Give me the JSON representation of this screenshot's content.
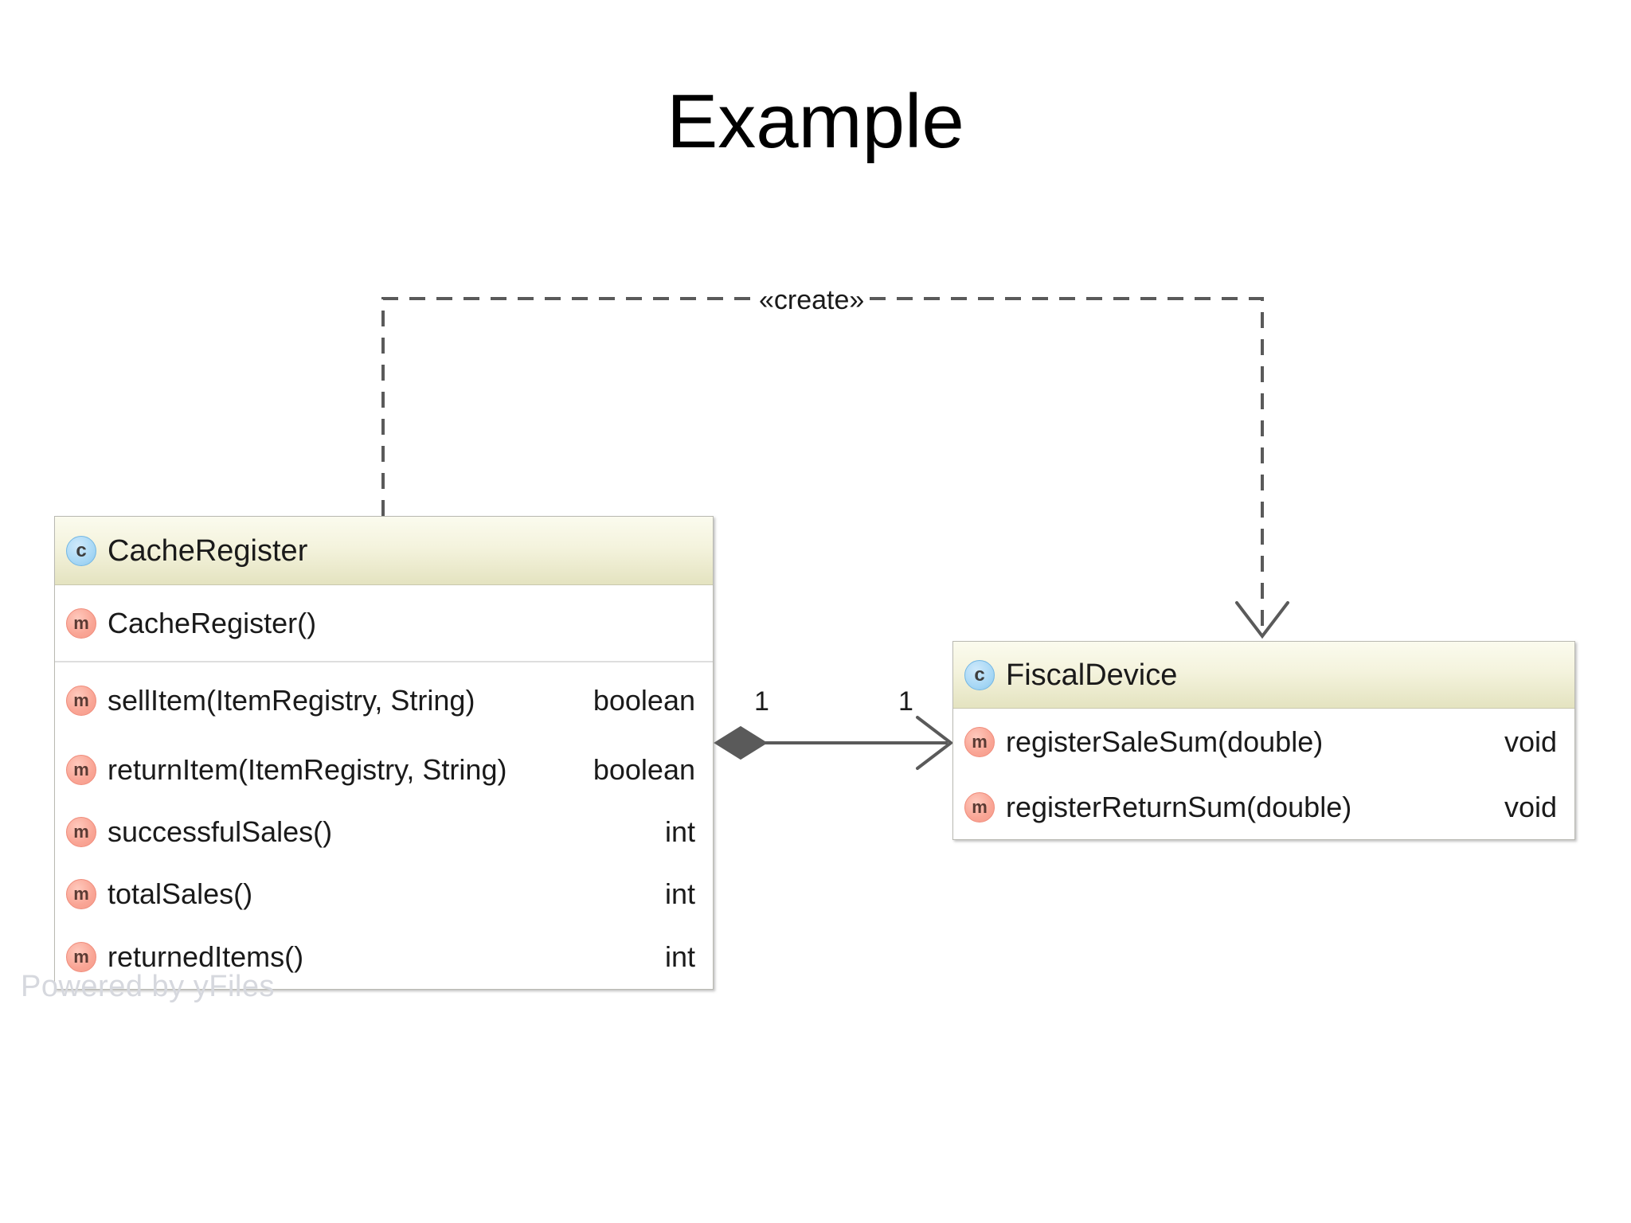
{
  "slide": {
    "title": "Example",
    "watermark": "Powered by yFiles"
  },
  "diagram": {
    "type": "uml-class-diagram",
    "classes": [
      {
        "id": "cache-register",
        "name": "CacheRegister",
        "icon": "class-icon",
        "icon_letter": "c",
        "sections": [
          {
            "kind": "constructors",
            "members": [
              {
                "icon": "method-icon",
                "icon_letter": "m",
                "signature": "CacheRegister()",
                "return_type": ""
              }
            ]
          },
          {
            "kind": "methods",
            "members": [
              {
                "icon": "method-icon",
                "icon_letter": "m",
                "signature": "sellItem(ItemRegistry, String)",
                "return_type": "boolean"
              },
              {
                "icon": "method-icon",
                "icon_letter": "m",
                "signature": "returnItem(ItemRegistry, String)",
                "return_type": "boolean"
              },
              {
                "icon": "method-icon",
                "icon_letter": "m",
                "signature": "successfulSales()",
                "return_type": "int"
              },
              {
                "icon": "method-icon",
                "icon_letter": "m",
                "signature": "totalSales()",
                "return_type": "int"
              },
              {
                "icon": "method-icon",
                "icon_letter": "m",
                "signature": "returnedItems()",
                "return_type": "int"
              }
            ]
          }
        ]
      },
      {
        "id": "fiscal-device",
        "name": "FiscalDevice",
        "icon": "class-icon",
        "icon_letter": "c",
        "sections": [
          {
            "kind": "methods",
            "members": [
              {
                "icon": "method-icon",
                "icon_letter": "m",
                "signature": "registerSaleSum(double)",
                "return_type": "void"
              },
              {
                "icon": "method-icon",
                "icon_letter": "m",
                "signature": "registerReturnSum(double)",
                "return_type": "void"
              }
            ]
          }
        ]
      }
    ],
    "edges": [
      {
        "id": "create-dependency",
        "kind": "dependency",
        "style": "dashed",
        "stereotype": "«create»",
        "source": "CacheRegister",
        "target": "FiscalDevice",
        "arrow": "open"
      },
      {
        "id": "composition-association",
        "kind": "composition",
        "style": "solid",
        "source": "CacheRegister",
        "target": "FiscalDevice",
        "source_multiplicity": "1",
        "target_multiplicity": "1",
        "source_decoration": "filled-diamond",
        "arrow": "open"
      }
    ],
    "colors": {
      "header_gradient_top": "#fbfbee",
      "header_gradient_bottom": "#e4e3c0",
      "node_border": "#b9b9b2",
      "class_icon": "#a8d8f5",
      "method_icon": "#f9a595",
      "edge": "#5a5a5a",
      "watermark": "#d6d8de",
      "background": "#ffffff"
    }
  }
}
